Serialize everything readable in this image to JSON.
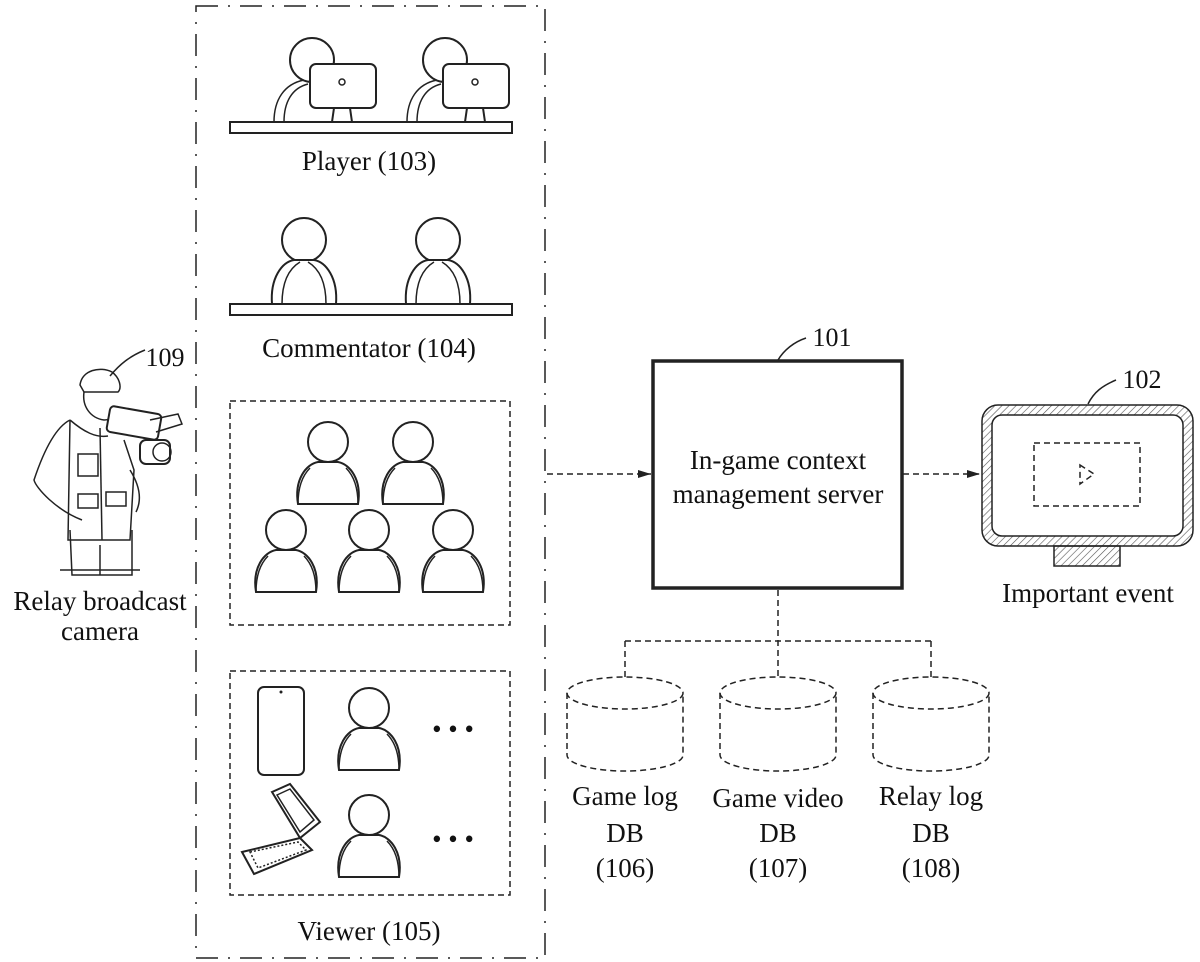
{
  "diagram": {
    "participants_group": {
      "player": {
        "label": "Player (103)",
        "count": 2
      },
      "commentator": {
        "label": "Commentator (104)",
        "count": 2
      },
      "audience": {
        "count": 5
      },
      "viewer": {
        "label": "Viewer (105)",
        "devices": [
          "smartphone",
          "laptop"
        ],
        "ellipsis": "• • •"
      }
    },
    "camera": {
      "ref": "109",
      "label_line1": "Relay broadcast",
      "label_line2": "camera"
    },
    "server": {
      "ref": "101",
      "label_line1": "In-game context",
      "label_line2": "management server"
    },
    "display": {
      "ref": "102",
      "label": "Important event",
      "icon": "play-icon"
    },
    "databases": [
      {
        "line1": "Game log",
        "line2": "DB",
        "line3": "(106)"
      },
      {
        "line1": "Game video",
        "line2": "DB",
        "line3": "(107)"
      },
      {
        "line1": "Relay log",
        "line2": "DB",
        "line3": "(108)"
      }
    ],
    "edges": [
      {
        "from": "participants_group",
        "to": "server",
        "type": "arrow"
      },
      {
        "from": "server",
        "to": "display",
        "type": "arrow"
      },
      {
        "from": "server",
        "to": "databases",
        "type": "line"
      }
    ]
  }
}
